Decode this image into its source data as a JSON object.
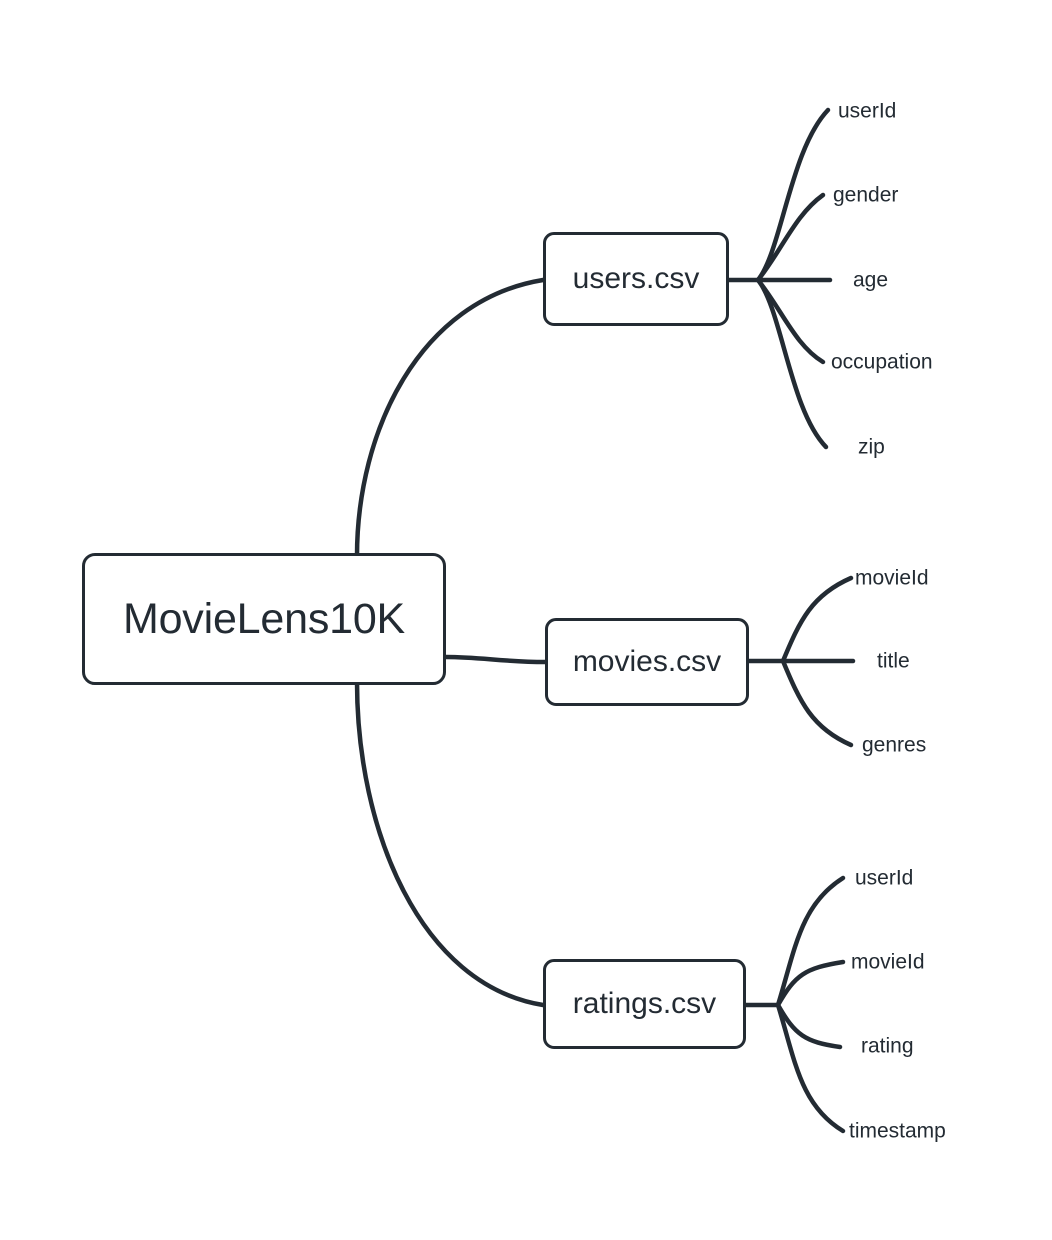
{
  "diagram": {
    "type": "mindmap",
    "title": "MovieLens10K dataset schema mindmap",
    "background_color": "#ffffff",
    "stroke_color": "#232b33",
    "root": {
      "label": "MovieLens10K"
    },
    "branches": [
      {
        "label": "users.csv",
        "leaves": [
          {
            "label": "userId"
          },
          {
            "label": "gender"
          },
          {
            "label": "age"
          },
          {
            "label": "occupation"
          },
          {
            "label": "zip"
          }
        ]
      },
      {
        "label": "movies.csv",
        "leaves": [
          {
            "label": "movieId"
          },
          {
            "label": "title"
          },
          {
            "label": "genres"
          }
        ]
      },
      {
        "label": "ratings.csv",
        "leaves": [
          {
            "label": "userId"
          },
          {
            "label": "movieId"
          },
          {
            "label": "rating"
          },
          {
            "label": "timestamp"
          }
        ]
      }
    ]
  }
}
